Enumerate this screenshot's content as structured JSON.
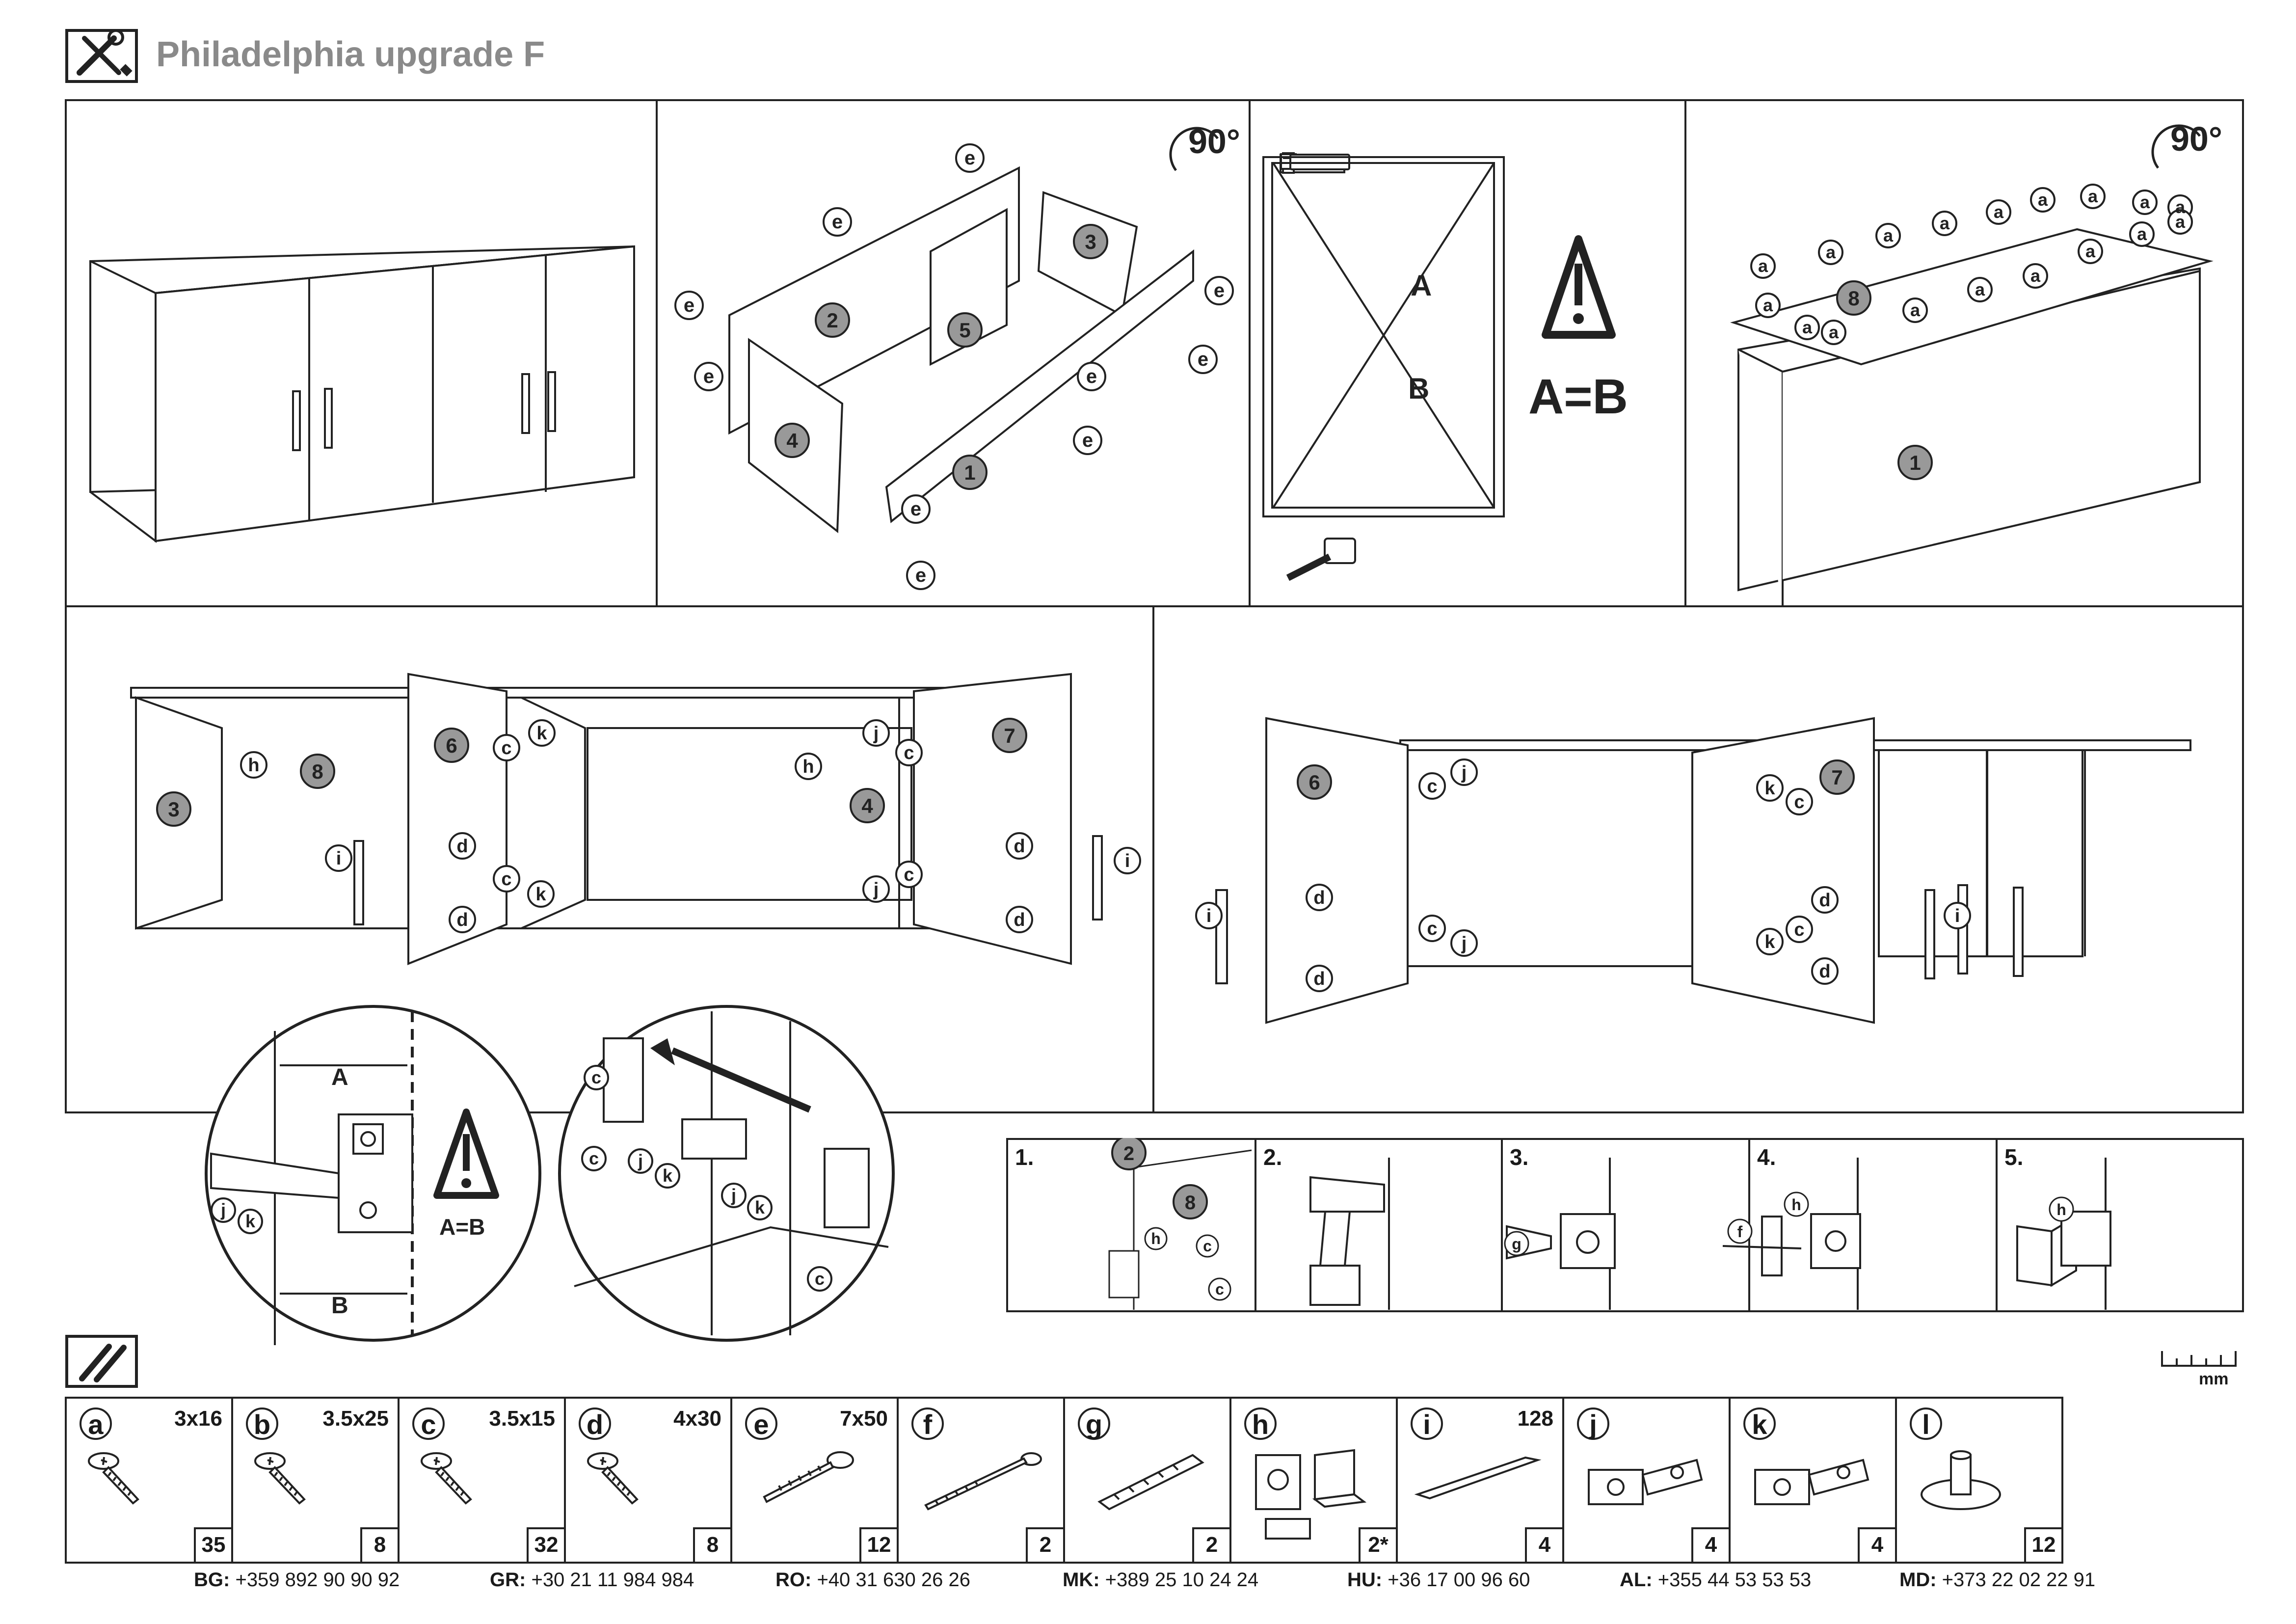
{
  "header": {
    "title": "Philadelphia upgrade F",
    "icon": "tools-icon"
  },
  "colors": {
    "line": "#222222",
    "panel_number_fill": "#9a9a9a",
    "title_gray": "#8a8a8a"
  },
  "steps": {
    "rotate_label": "90°",
    "warning_formula": "A=B",
    "diag_a": "A",
    "diag_b": "B",
    "panels": [
      "1",
      "2",
      "3",
      "4",
      "5",
      "6",
      "7",
      "8"
    ],
    "detail_warning": "A=B",
    "detail_a": "A",
    "detail_b": "B"
  },
  "mini_steps": [
    {
      "label": "1."
    },
    {
      "label": "2."
    },
    {
      "label": "3."
    },
    {
      "label": "4."
    },
    {
      "label": "5."
    }
  ],
  "ruler": {
    "unit": "mm"
  },
  "parts": [
    {
      "letter": "a",
      "size": "3x16",
      "qty": "35",
      "icon": "screw-icon"
    },
    {
      "letter": "b",
      "size": "3.5x25",
      "qty": "8",
      "icon": "screw-icon"
    },
    {
      "letter": "c",
      "size": "3.5x15",
      "qty": "32",
      "icon": "screw-icon"
    },
    {
      "letter": "d",
      "size": "4x30",
      "qty": "8",
      "icon": "screw-icon"
    },
    {
      "letter": "e",
      "size": "7x50",
      "qty": "12",
      "icon": "confirmat-screw-icon"
    },
    {
      "letter": "f",
      "size": "",
      "qty": "2",
      "icon": "long-screw-icon"
    },
    {
      "letter": "g",
      "size": "",
      "qty": "2",
      "icon": "wall-plug-icon"
    },
    {
      "letter": "h",
      "size": "",
      "qty": "2*",
      "icon": "hanger-bracket-icon"
    },
    {
      "letter": "i",
      "size": "128",
      "qty": "4",
      "icon": "handle-icon"
    },
    {
      "letter": "j",
      "size": "",
      "qty": "4",
      "icon": "hinge-icon"
    },
    {
      "letter": "k",
      "size": "",
      "qty": "4",
      "icon": "hinge-icon"
    },
    {
      "letter": "l",
      "size": "",
      "qty": "12",
      "icon": "felt-pad-icon"
    }
  ],
  "contacts": [
    {
      "country": "BG:",
      "phone": "+359 892 90 90 92"
    },
    {
      "country": "GR:",
      "phone": "+30 21 11 984 984"
    },
    {
      "country": "RO:",
      "phone": "+40 31 630 26 26"
    },
    {
      "country": "MK:",
      "phone": "+389 25 10 24 24"
    },
    {
      "country": "HU:",
      "phone": "+36 17 00 96 60"
    },
    {
      "country": "AL:",
      "phone": "+355 44 53 53 53"
    },
    {
      "country": "MD:",
      "phone": "+373 22 02 22 91"
    }
  ]
}
